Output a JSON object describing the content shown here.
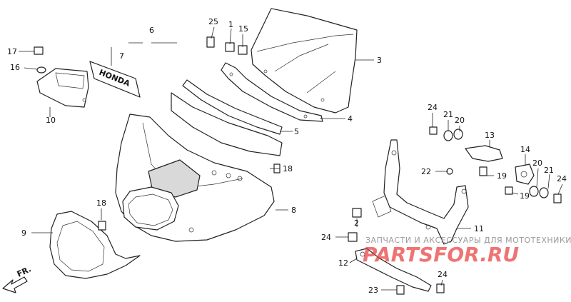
{
  "callouts": {
    "c1": "1",
    "c2": "2",
    "c3": "3",
    "c4": "4",
    "c5": "5",
    "c6": "6",
    "c7": "7",
    "c8": "8",
    "c9": "9",
    "c10": "10",
    "c11": "11",
    "c12": "12",
    "c13": "13",
    "c14": "14",
    "c15": "15",
    "c16": "16",
    "c17": "17",
    "c18a": "18",
    "c18b": "18",
    "c19a": "19",
    "c19b": "19",
    "c20a": "20",
    "c20b": "20",
    "c21a": "21",
    "c21b": "21",
    "c22": "22",
    "c23": "23",
    "c24a": "24",
    "c24b": "24",
    "c24c": "24",
    "c24d": "24",
    "c25": "25"
  },
  "emblem_text": "HONDA",
  "direction_label": "FR.",
  "watermark": {
    "tagline": "ЗАПЧАСТИ И АКСЕССУАРЫ ДЛЯ МОТОТЕХНИКИ",
    "logo": "PARTSFOR.RU"
  }
}
